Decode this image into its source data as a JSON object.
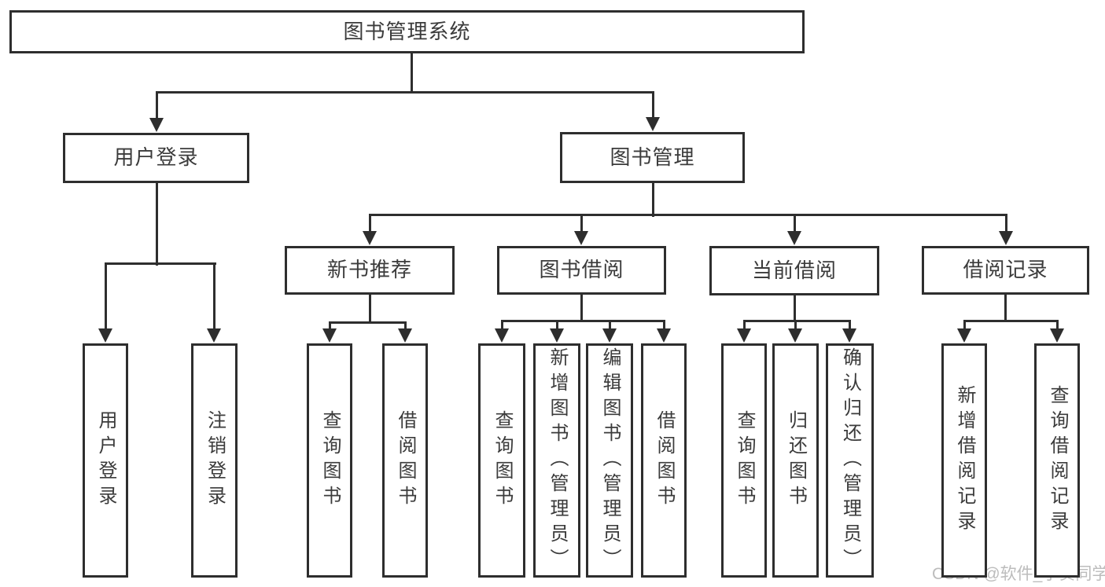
{
  "colors": {
    "line": "#2e2e2e",
    "box_border": "#2e2e2e",
    "text": "#3b3b3b",
    "background": "#ffffff",
    "watermark": "#bcbcbc"
  },
  "diagram": {
    "type": "hierarchy-tree",
    "title": "图书管理系统",
    "nodes": [
      {
        "id": "root",
        "label": "图书管理系统",
        "level": 1,
        "parent": null
      },
      {
        "id": "user-login",
        "label": "用户登录",
        "level": 2,
        "parent": "root"
      },
      {
        "id": "book-management",
        "label": "图书管理",
        "level": 2,
        "parent": "root"
      },
      {
        "id": "new-book-recommend",
        "label": "新书推荐",
        "level": 3,
        "parent": "book-management"
      },
      {
        "id": "book-borrowing",
        "label": "图书借阅",
        "level": 3,
        "parent": "book-management"
      },
      {
        "id": "current-borrowing",
        "label": "当前借阅",
        "level": 3,
        "parent": "book-management"
      },
      {
        "id": "borrowing-records",
        "label": "借阅记录",
        "level": 3,
        "parent": "book-management"
      },
      {
        "id": "login",
        "label": "用户登录",
        "level": 4,
        "parent": "user-login"
      },
      {
        "id": "logout",
        "label": "注销登录",
        "level": 4,
        "parent": "user-login"
      },
      {
        "id": "recommend-query-books",
        "label": "查询图书",
        "level": 4,
        "parent": "new-book-recommend"
      },
      {
        "id": "recommend-borrow-books",
        "label": "借阅图书",
        "level": 4,
        "parent": "new-book-recommend"
      },
      {
        "id": "borrowing-query-books",
        "label": "查询图书",
        "level": 4,
        "parent": "book-borrowing"
      },
      {
        "id": "borrowing-add-books",
        "label": "新增图书（管理员）",
        "level": 4,
        "parent": "book-borrowing"
      },
      {
        "id": "borrowing-edit-books",
        "label": "编辑图书（管理员）",
        "level": 4,
        "parent": "book-borrowing"
      },
      {
        "id": "borrowing-borrow-books",
        "label": "借阅图书",
        "level": 4,
        "parent": "book-borrowing"
      },
      {
        "id": "current-query-books",
        "label": "查询图书",
        "level": 4,
        "parent": "current-borrowing"
      },
      {
        "id": "current-return-books",
        "label": "归还图书",
        "level": 4,
        "parent": "current-borrowing"
      },
      {
        "id": "current-confirm-return",
        "label": "确认归还（管理员）",
        "level": 4,
        "parent": "current-borrowing"
      },
      {
        "id": "records-add-record",
        "label": "新增借阅记录",
        "level": 4,
        "parent": "borrowing-records"
      },
      {
        "id": "records-query-record",
        "label": "查询借阅记录",
        "level": 4,
        "parent": "borrowing-records"
      }
    ]
  },
  "watermark": {
    "text": "CSDN @软件_小贺同学"
  }
}
